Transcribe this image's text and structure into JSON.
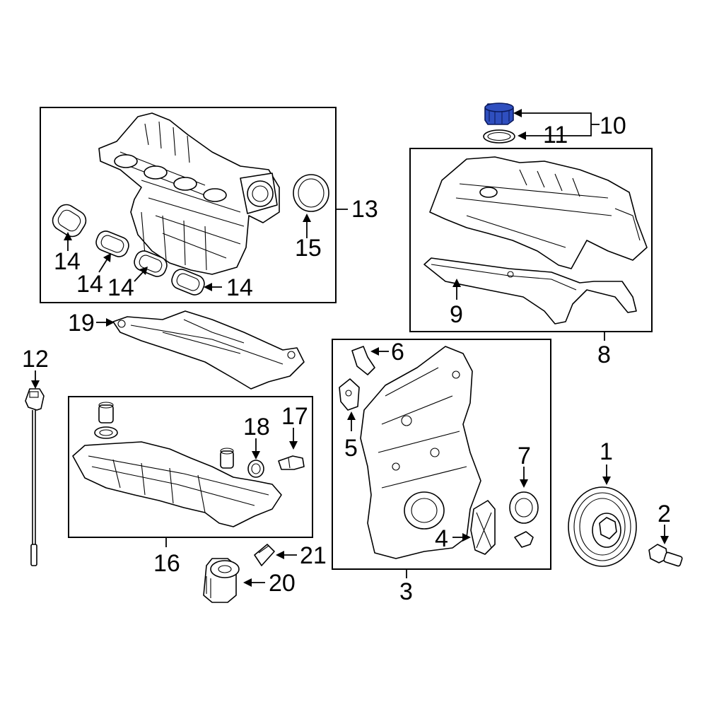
{
  "diagram": {
    "callouts": {
      "c1": "1",
      "c2": "2",
      "c3": "3",
      "c4": "4",
      "c5": "5",
      "c6": "6",
      "c7": "7",
      "c8": "8",
      "c9": "9",
      "c10": "10",
      "c11": "11",
      "c12": "12",
      "c13": "13",
      "c14a": "14",
      "c14b": "14",
      "c14c": "14",
      "c14d": "14",
      "c15": "15",
      "c16": "16",
      "c17": "17",
      "c18": "18",
      "c19": "19",
      "c20": "20",
      "c21": "21"
    },
    "highlight_color": "#2f4fbf",
    "highlighted_part": "10"
  }
}
